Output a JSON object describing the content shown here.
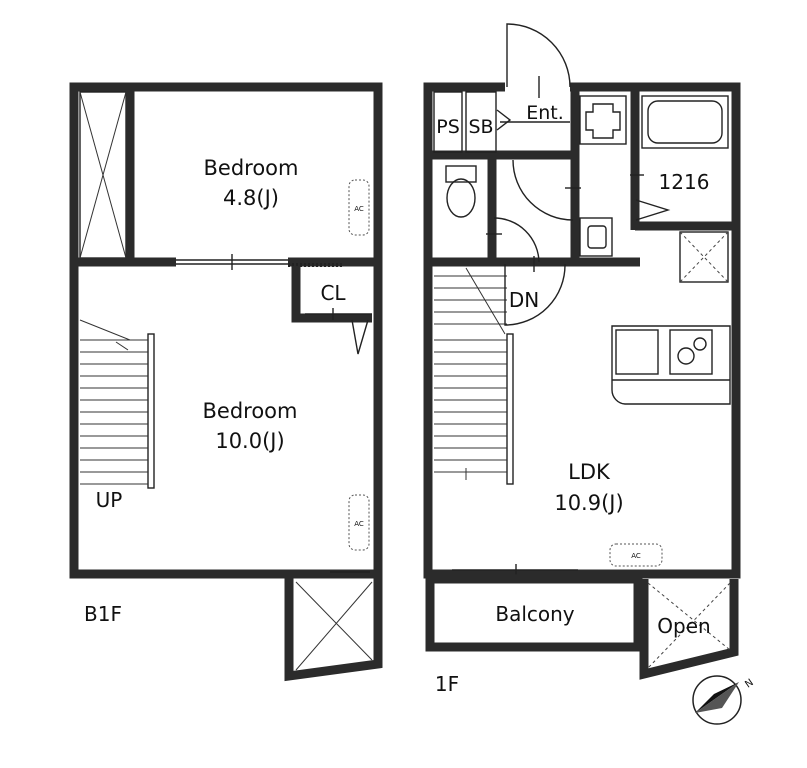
{
  "floors": {
    "b1f": {
      "label": "B1F",
      "rooms": {
        "bedroom_small": {
          "name": "Bedroom",
          "size": "4.8(J)"
        },
        "bedroom_large": {
          "name": "Bedroom",
          "size": "10.0(J)"
        },
        "closet": "CL",
        "stairs": "UP"
      },
      "ac": [
        "AC",
        "AC"
      ]
    },
    "f1": {
      "label": "1F",
      "rooms": {
        "ps": "PS",
        "sb": "SB",
        "entrance": "Ent.",
        "bath": "1216",
        "stairs": "DN",
        "ldk": {
          "name": "LDK",
          "size": "10.9(J)"
        },
        "balcony": "Balcony",
        "open": "Open"
      },
      "ac": [
        "AC"
      ]
    }
  },
  "compass": {
    "label": "N"
  }
}
